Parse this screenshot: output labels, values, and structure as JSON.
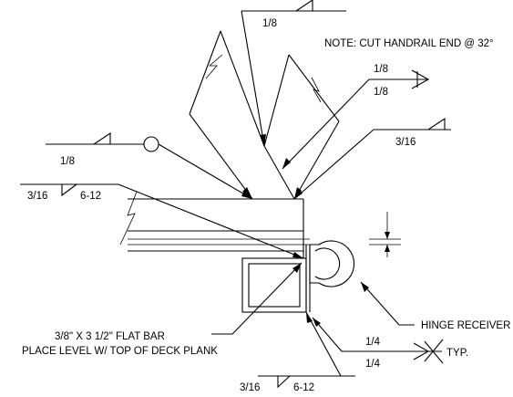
{
  "note": "NOTE: CUT HANDRAIL END @ 32°",
  "welds": {
    "top": "1/8",
    "right_upper": "1/8",
    "right_lower": "1/8",
    "right_mid": "3/16",
    "left_mid": "1/8",
    "left_lower_size": "3/16",
    "left_lower_pitch": "6-12",
    "bottom_size": "3/16",
    "bottom_pitch": "6-12",
    "typ_upper": "1/4",
    "typ_lower": "1/4",
    "typ": "TYP."
  },
  "callouts": {
    "flat_bar_line1": "3/8\" X 3 1/2\" FLAT BAR",
    "flat_bar_line2": "PLACE LEVEL W/ TOP OF DECK PLANK",
    "hinge_receiver": "HINGE RECEIVER"
  }
}
